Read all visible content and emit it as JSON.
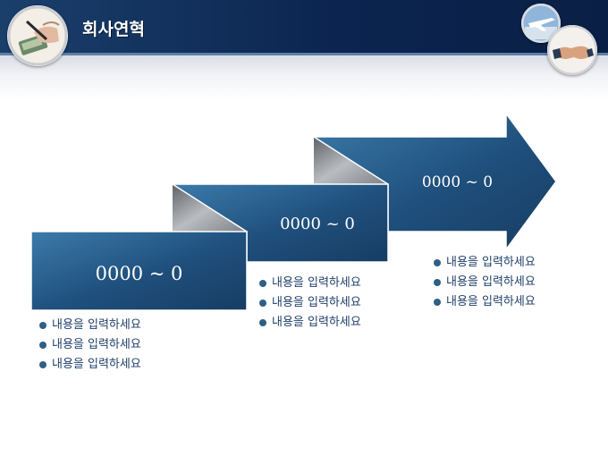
{
  "header": {
    "title": "회사연혁",
    "left_badge_icon": "hand-writing-pen-icon",
    "right_badge_icons": [
      "airplane-icon",
      "handshake-icon"
    ],
    "colors": {
      "bar": "#0b2550",
      "accent_line": "#5f7fa6"
    }
  },
  "steps": [
    {
      "label": "0000 ~ 0",
      "bullets": [
        "내용을 입력하세요",
        "내용을 입력하세요",
        "내용을 입력하세요"
      ]
    },
    {
      "label": "0000 ~ 0",
      "bullets": [
        "내용을 입력하세요",
        "내용을 입력하세요",
        "내용을 입력하세요"
      ]
    },
    {
      "label": "0000 ~ 0",
      "bullets": [
        "내용을 입력하세요",
        "내용을 입력하세요",
        "내용을 입력하세요"
      ]
    }
  ],
  "colors": {
    "step_fill": "#1f4f7c",
    "step_fill_light": "#3a79a8",
    "fold": "#8e9297",
    "bullet_text": "#1f3f6a"
  }
}
